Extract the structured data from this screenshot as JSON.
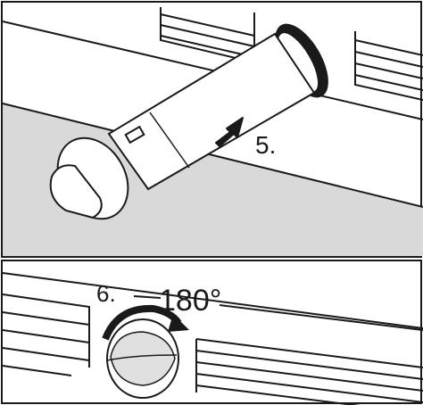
{
  "steps": {
    "install": {
      "number": "5."
    },
    "rotate": {
      "number": "6.",
      "angle": "180°"
    }
  },
  "colors": {
    "line": "#1a1a1a",
    "shelf": "#d9d9d9",
    "cartridge_fill": "#ffffff",
    "seal": "#1a1a1a",
    "knob_shade": "#e0e0e0"
  },
  "icons": {
    "install_arrow": "arrow-right-icon",
    "rotate_arrow": "rotate-clockwise-icon"
  }
}
